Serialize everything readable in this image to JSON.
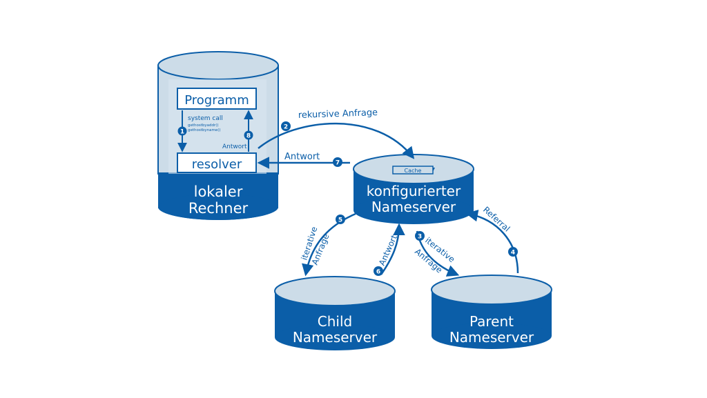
{
  "colors": {
    "primary": "#0b5ea8",
    "light": "#ccdce8",
    "arrow": "#0b5ea8",
    "white": "#ffffff"
  },
  "local": {
    "title_line1": "lokaler",
    "title_line2": "Rechner",
    "program_label": "Programm",
    "resolver_label": "resolver",
    "syscall_label": "system call",
    "syscall_fn1": "gethostbyaddr()",
    "syscall_fn2": "gethostbyname()",
    "answer_label": "Antwort"
  },
  "configured": {
    "title_line1": "konfigurierter",
    "title_line2": "Nameserver",
    "cache_label": "Cache"
  },
  "child": {
    "title_line1": "Child",
    "title_line2": "Nameserver"
  },
  "parent": {
    "title_line1": "Parent",
    "title_line2": "Nameserver"
  },
  "arrows": {
    "recursive_query": "rekursive Anfrage",
    "answer": "Antwort",
    "referral": "Referral",
    "iterative_line1": "iterative",
    "iterative_line2": "Anfrage",
    "child_answer": "Antwort"
  },
  "steps": [
    "1",
    "2",
    "3",
    "4",
    "5",
    "6",
    "7",
    "8"
  ]
}
